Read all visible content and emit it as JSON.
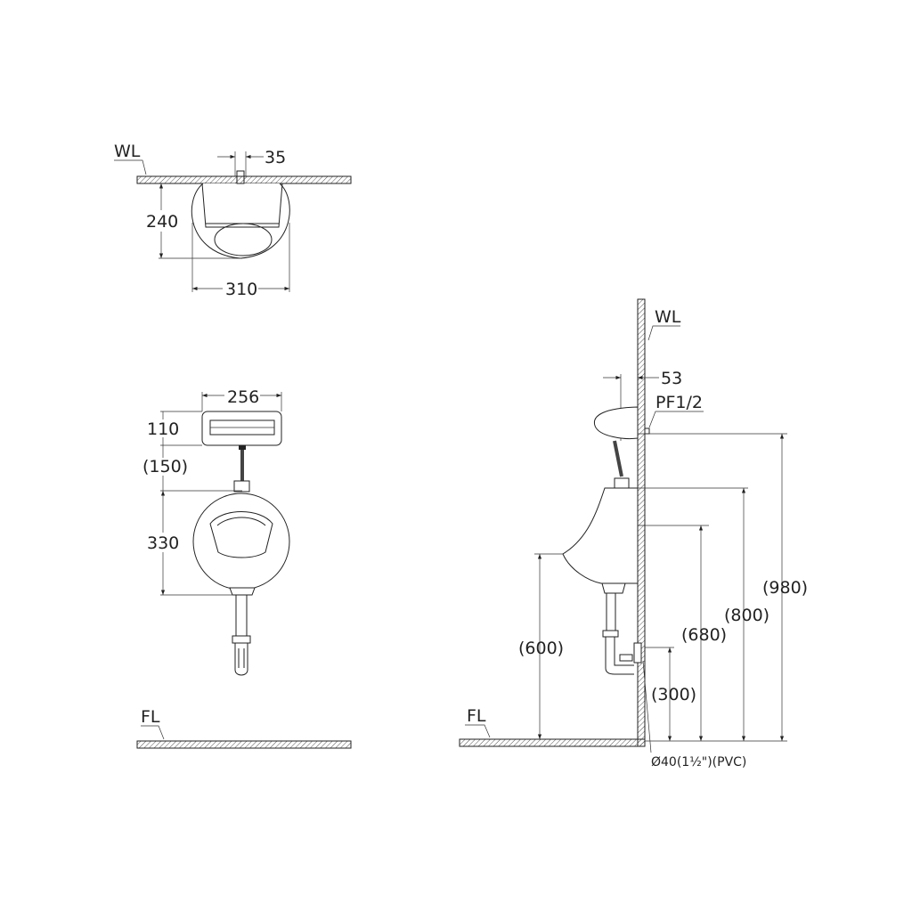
{
  "top_view": {
    "wall_label": "WL",
    "dim_inlet": "35",
    "dim_depth": "240",
    "dim_width": "310"
  },
  "front_view": {
    "dim_flush_width": "256",
    "dim_flush_height": "110",
    "dim_gap": "(150)",
    "dim_bowl_height": "330",
    "floor_label": "FL"
  },
  "side_view": {
    "wall_label": "WL",
    "dim_projection": "53",
    "inlet_label": "PF1/2",
    "dim_rim": "(600)",
    "dim_spud": "(680)",
    "dim_top": "(800)",
    "dim_supply": "(980)",
    "dim_outlet": "(300)",
    "floor_label": "FL",
    "outlet_spec": "Ø40(1½\")(PVC)"
  }
}
